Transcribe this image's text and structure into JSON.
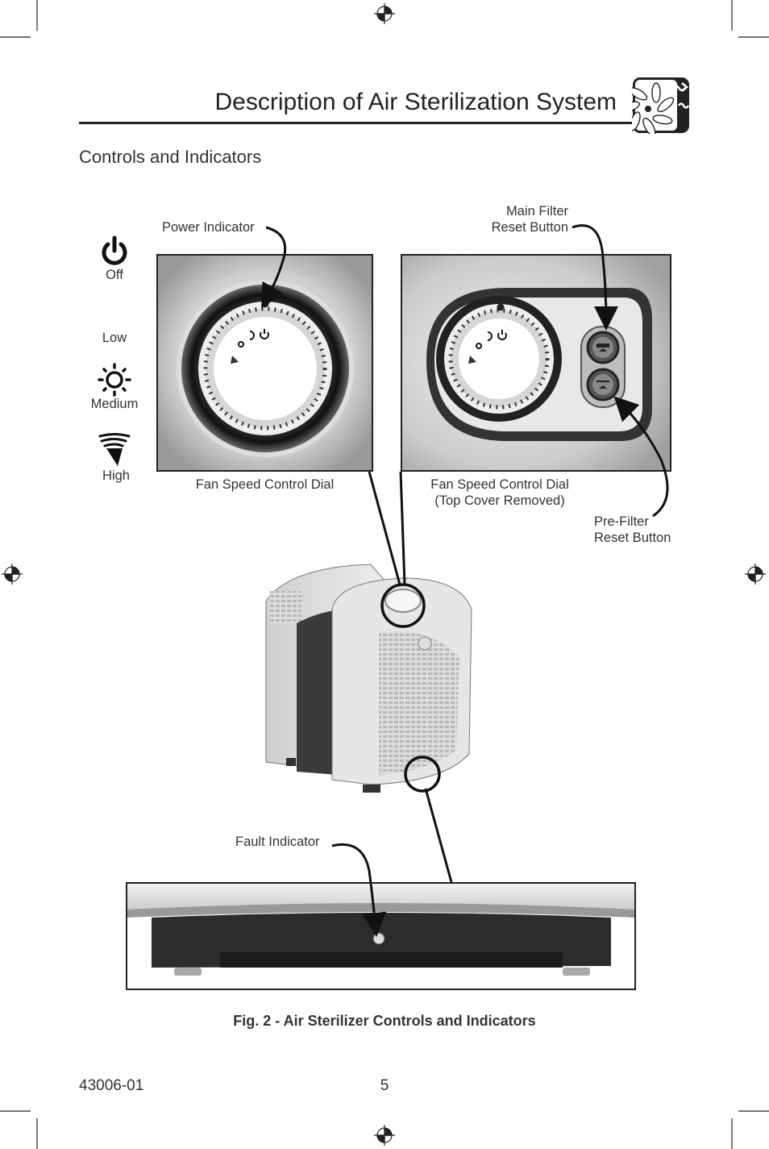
{
  "header": {
    "title": "Description of Air Sterilization System",
    "section_heading": "Controls and Indicators"
  },
  "legend": [
    {
      "label": "Off",
      "icon": "power-icon"
    },
    {
      "label": "Low",
      "icon": "moon-icon"
    },
    {
      "label": "Medium",
      "icon": "sun-icon"
    },
    {
      "label": "High",
      "icon": "tornado-icon"
    }
  ],
  "callouts": {
    "power_indicator": "Power Indicator",
    "main_filter_line1": "Main Filter",
    "main_filter_line2": "Reset Button",
    "pre_filter_line1": "Pre-Filter",
    "pre_filter_line2": "Reset Button",
    "fault_indicator": "Fault Indicator"
  },
  "panels": {
    "left_caption": "Fan Speed Control Dial",
    "right_caption_line1": "Fan Speed Control Dial",
    "right_caption_line2": "(Top Cover Removed)"
  },
  "figure_caption": "Fig. 2 - Air Sterilizer Controls and Indicators",
  "footer": {
    "doc_number": "43006-01",
    "page_number": "5"
  }
}
